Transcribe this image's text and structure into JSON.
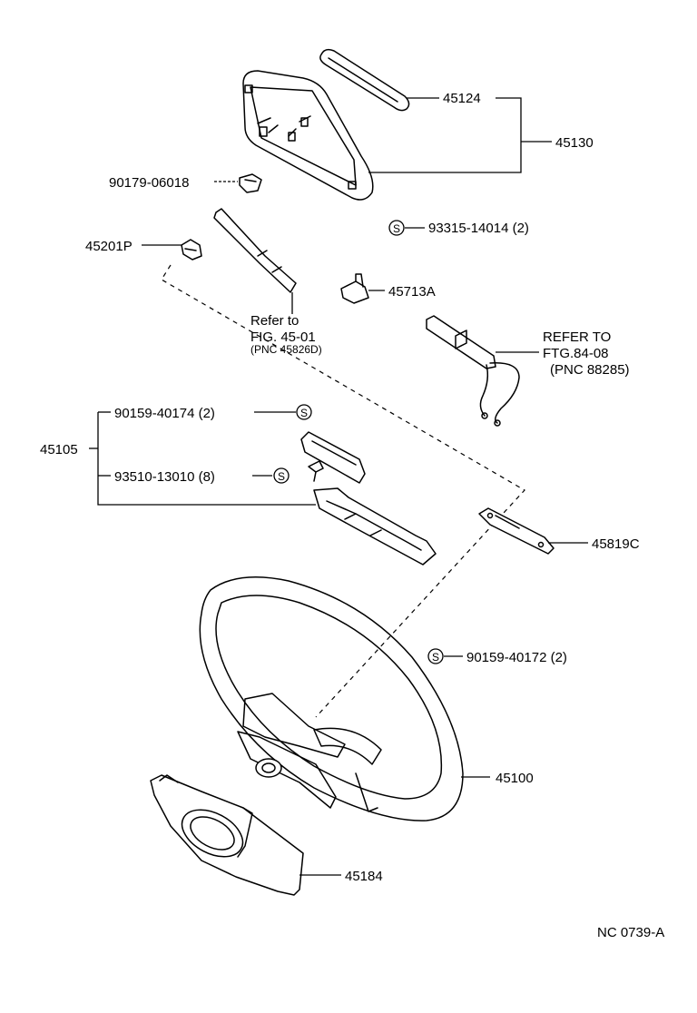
{
  "labels": {
    "p45124": "45124",
    "p45130": "45130",
    "p90179": "90179-06018",
    "p93315": "93315-14014 (2)",
    "p45201p": "45201P",
    "p45713a": "45713A",
    "refer_to_1": "Refer to",
    "refer_to_2": "FIG. 45-01",
    "refer_to_3": "(PNC 45826D)",
    "refer_fig_1": "REFER TO",
    "refer_fig_2": "FTG.84-08",
    "refer_fig_3": "(PNC  88285)",
    "p90159_174": "90159-40174 (2)",
    "p45105": "45105",
    "p93510": "93510-13010 (8)",
    "p45819c": "45819C",
    "p90159_172": "90159-40172 (2)",
    "p45100": "45100",
    "p45184": "45184",
    "ref_code": "NC  0739-A",
    "s_mark": "S"
  }
}
